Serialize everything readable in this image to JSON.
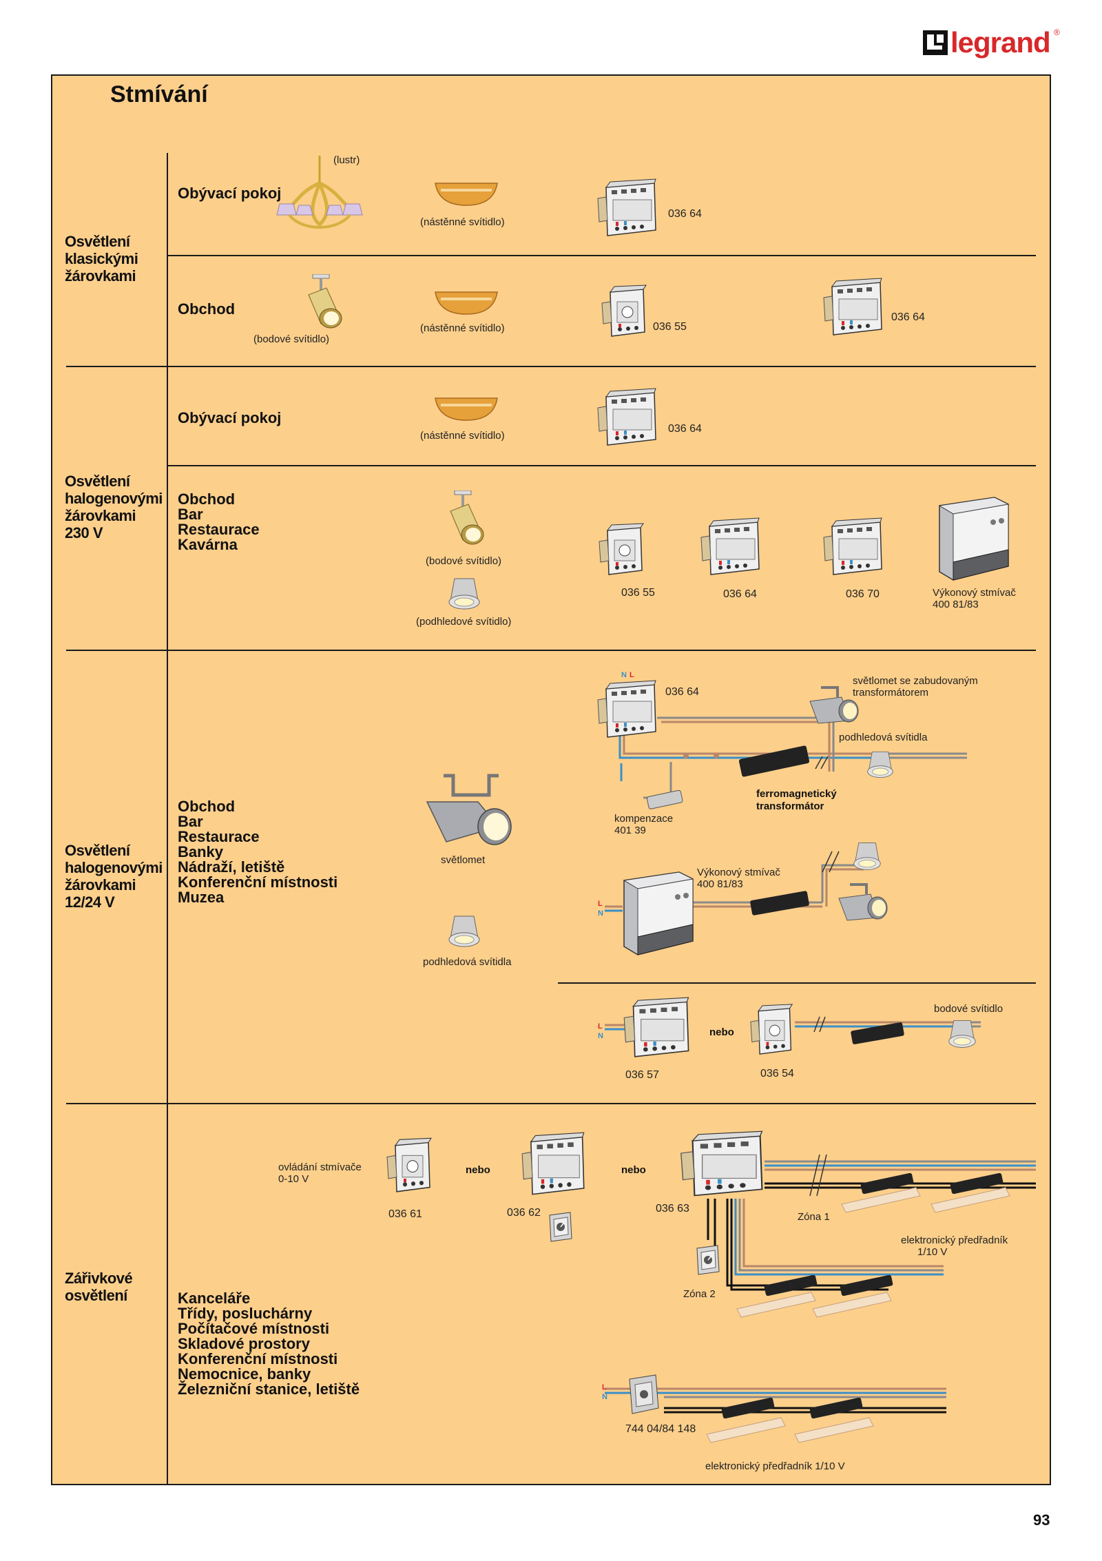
{
  "brand": {
    "name": "legrand",
    "color": "#d8282a"
  },
  "page": {
    "title": "Stmívání",
    "number": "93"
  },
  "colors": {
    "panel_bg": "#fccf8b"
  },
  "sections": [
    {
      "category": [
        "Osvětlení",
        "klasickými",
        "žárovkami"
      ],
      "rows": [
        {
          "rooms": [
            "Obývací pokoj"
          ],
          "captions": {
            "lustr": "(lustr)",
            "wall": "(nástěnné svítidlo)"
          },
          "codes": [
            "036 64"
          ]
        },
        {
          "rooms": [
            "Obchod"
          ],
          "captions": {
            "spot": "(bodové svítidlo)",
            "wall": "(nástěnné svítidlo)"
          },
          "codes": [
            "036 55",
            "036 64"
          ]
        }
      ]
    },
    {
      "category": [
        "Osvětlení",
        "halogenovými",
        "žárovkami",
        "230 V"
      ],
      "rows": [
        {
          "rooms": [
            "Obývací pokoj"
          ],
          "captions": {
            "wall": "(nástěnné svítidlo)"
          },
          "codes": [
            "036 64"
          ]
        },
        {
          "rooms": [
            "Obchod",
            "Bar",
            "Restaurace",
            "Kavárna"
          ],
          "captions": {
            "spot": "(bodové svítidlo)",
            "downlight": "(podhledové svítidlo)"
          },
          "codes": [
            "036 55",
            "036 64",
            "036 70"
          ],
          "power_dimmer": [
            "Výkonový stmívač",
            "400 81/83"
          ]
        }
      ]
    },
    {
      "category": [
        "Osvětlení",
        "halogenovými",
        "žárovkami",
        "12/24 V"
      ],
      "rooms": [
        "Obchod",
        "Bar",
        "Restaurace",
        "Banky",
        "Nádraží, letiště",
        "Konferenční místnosti",
        "Muzea"
      ],
      "captions": {
        "floodlight": "světlomet",
        "downlights": "podhledová svítidla",
        "code_top": "036 64",
        "flood_builtin": [
          "světlomet se zabudovaným",
          "transformátorem"
        ],
        "downlights2": "podhledová svítidla",
        "compensation": [
          "kompenzace",
          "401 39"
        ],
        "ferro": [
          "ferromagnetický",
          "transformátor"
        ],
        "power_dimmer": [
          "Výkonový stmívač",
          "400 81/83"
        ],
        "spot": "bodové svítidlo",
        "nebo": "nebo",
        "code_a": "036 57",
        "code_b": "036 54"
      }
    },
    {
      "category": [
        "Zářivkové",
        "osvětlení"
      ],
      "rooms": [
        "Kanceláře",
        "Třídy, posluchárny",
        "Počítačové místnosti",
        "Skladové prostory",
        "Konferenční místnosti",
        "Nemocnice, banky",
        "Železniční stanice, letiště"
      ],
      "captions": {
        "control": [
          "ovládání stmívače",
          "0-10 V"
        ],
        "nebo": "nebo",
        "code_61": "036 61",
        "code_62": "036 62",
        "code_63": "036 63",
        "zone1": "Zóna 1",
        "zone2": "Zóna 2",
        "ballast": [
          "elektronický předřadník",
          "1/10 V"
        ],
        "code_744": "744 04/84 148",
        "ballast_bottom": "elektronický předřadník 1/10 V"
      }
    }
  ],
  "wire_labels": {
    "L": "L",
    "N": "N"
  }
}
